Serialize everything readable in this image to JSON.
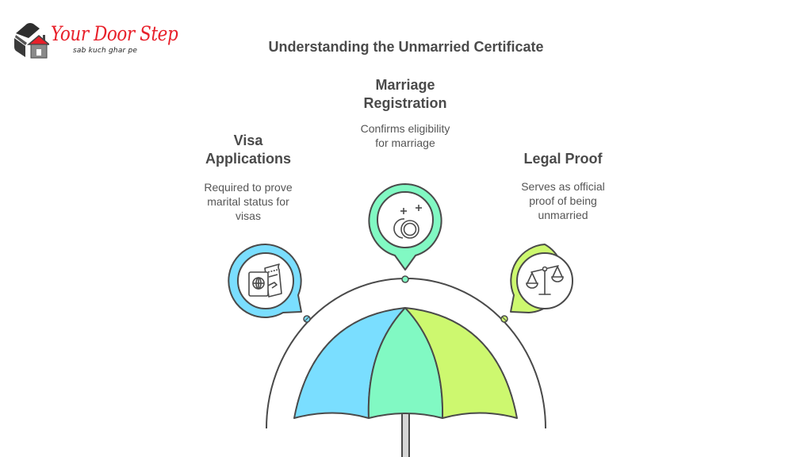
{
  "logo": {
    "name": "Your Door Step",
    "tagline": "sab kuch ghar pe",
    "colors": {
      "text": "#e8202a",
      "mark_dark": "#333333",
      "roof": "#e8202a"
    }
  },
  "title": "Understanding the Unmarried Certificate",
  "items": [
    {
      "id": "visa",
      "heading_line1": "Visa",
      "heading_line2": "Applications",
      "desc_line1": "Required to prove",
      "desc_line2": "marital status for",
      "desc_line3": "visas",
      "icon": "passport-ticket-icon",
      "color": "#7ADEFF"
    },
    {
      "id": "marriage",
      "heading_line1": "Marriage",
      "heading_line2": "Registration",
      "desc_line1": "Confirms eligibility",
      "desc_line2": "for marriage",
      "icon": "wedding-rings-icon",
      "color": "#81F9C3"
    },
    {
      "id": "legal",
      "heading_line1": "Legal Proof",
      "desc_line1": "Serves as official",
      "desc_line2": "proof of being",
      "desc_line3": "unmarried",
      "icon": "scales-of-justice-icon",
      "color": "#CDF86F"
    }
  ],
  "umbrella": {
    "panel_colors": [
      "#7ADEFF",
      "#81F9C3",
      "#CDF86F"
    ],
    "stroke": "#4a4a4a",
    "shaft_color": "#d6d6d6"
  }
}
